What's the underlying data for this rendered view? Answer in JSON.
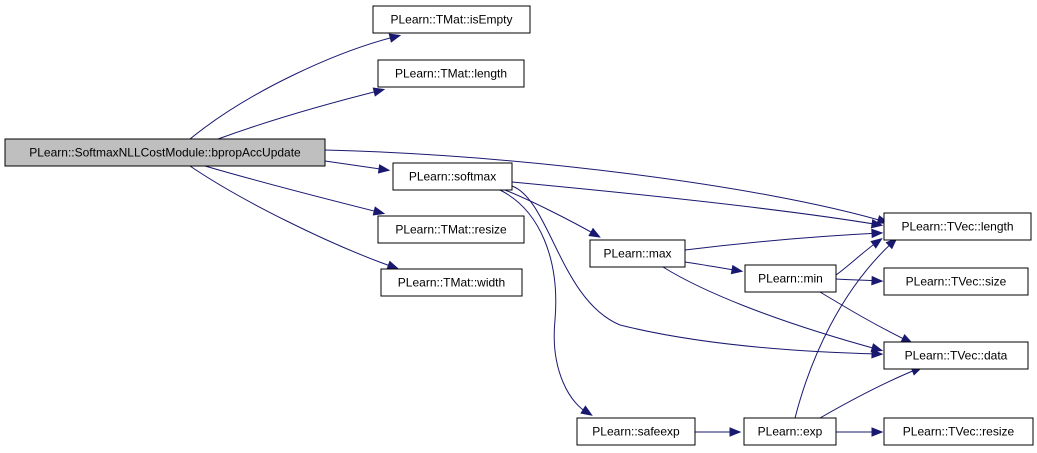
{
  "graph": {
    "edge_color": "#191970",
    "root_fill": "#bfbfbf",
    "nodes": [
      {
        "id": "root",
        "label": "PLearn::SoftmaxNLLCostModule::bpropAccUpdate",
        "root": true
      },
      {
        "id": "isEmpty",
        "label": "PLearn::TMat::isEmpty"
      },
      {
        "id": "tmat_length",
        "label": "PLearn::TMat::length"
      },
      {
        "id": "softmax",
        "label": "PLearn::softmax"
      },
      {
        "id": "tmat_resize",
        "label": "PLearn::TMat::resize"
      },
      {
        "id": "tmat_width",
        "label": "PLearn::TMat::width"
      },
      {
        "id": "max",
        "label": "PLearn::max"
      },
      {
        "id": "min",
        "label": "PLearn::min"
      },
      {
        "id": "tvec_length",
        "label": "PLearn::TVec::length"
      },
      {
        "id": "tvec_size",
        "label": "PLearn::TVec::size"
      },
      {
        "id": "tvec_data",
        "label": "PLearn::TVec::data"
      },
      {
        "id": "safeexp",
        "label": "PLearn::safeexp"
      },
      {
        "id": "exp",
        "label": "PLearn::exp"
      },
      {
        "id": "tvec_resize",
        "label": "PLearn::TVec::resize"
      }
    ],
    "edges": [
      {
        "from": "root",
        "to": "isEmpty"
      },
      {
        "from": "root",
        "to": "tmat_length"
      },
      {
        "from": "root",
        "to": "tvec_length"
      },
      {
        "from": "root",
        "to": "softmax"
      },
      {
        "from": "root",
        "to": "tmat_resize"
      },
      {
        "from": "root",
        "to": "tmat_width"
      },
      {
        "from": "softmax",
        "to": "tvec_length"
      },
      {
        "from": "softmax",
        "to": "max"
      },
      {
        "from": "softmax",
        "to": "tvec_data"
      },
      {
        "from": "softmax",
        "to": "safeexp"
      },
      {
        "from": "max",
        "to": "tvec_length"
      },
      {
        "from": "max",
        "to": "min"
      },
      {
        "from": "max",
        "to": "tvec_data"
      },
      {
        "from": "min",
        "to": "tvec_length"
      },
      {
        "from": "min",
        "to": "tvec_size"
      },
      {
        "from": "min",
        "to": "tvec_data"
      },
      {
        "from": "safeexp",
        "to": "exp"
      },
      {
        "from": "exp",
        "to": "tvec_length"
      },
      {
        "from": "exp",
        "to": "tvec_data"
      },
      {
        "from": "exp",
        "to": "tvec_resize"
      }
    ]
  }
}
